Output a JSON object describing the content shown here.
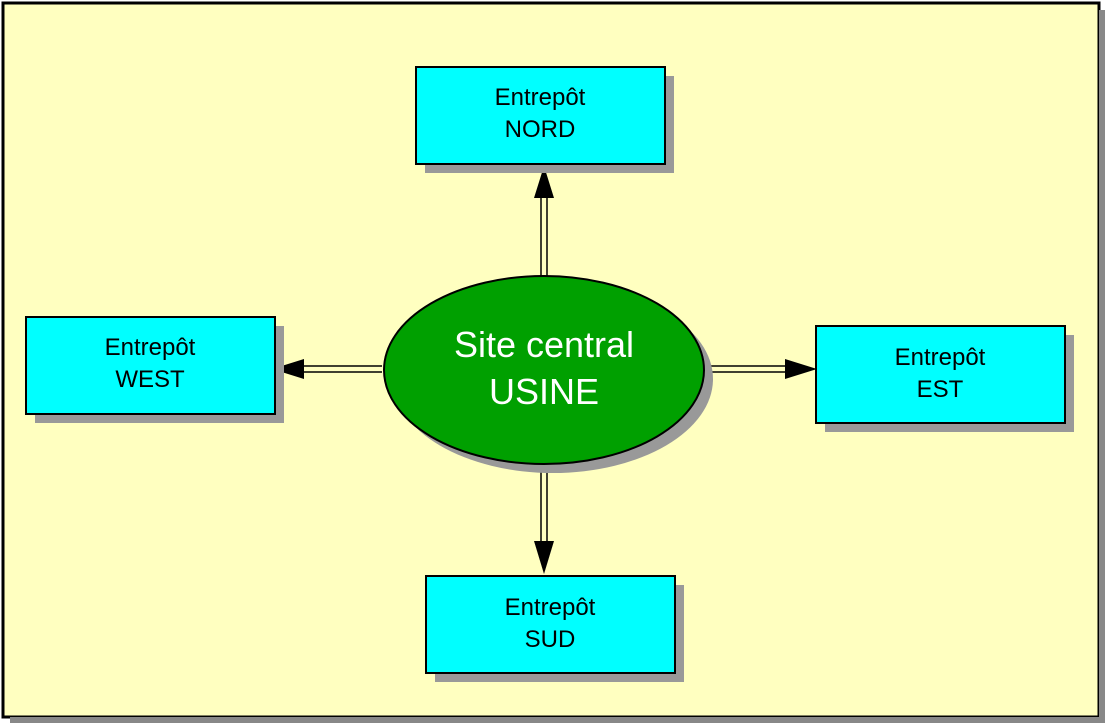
{
  "center": {
    "line1": "Site central",
    "line2": "USINE"
  },
  "warehouses": {
    "nord": {
      "line1": "Entrepôt",
      "line2": "NORD"
    },
    "west": {
      "line1": "Entrepôt",
      "line2": "WEST"
    },
    "est": {
      "line1": "Entrepôt",
      "line2": "EST"
    },
    "sud": {
      "line1": "Entrepôt",
      "line2": "SUD"
    }
  },
  "colors": {
    "background": "#FFFFC0",
    "box_fill": "#00FFFF",
    "ellipse_fill": "#00A000",
    "shadow": "#999999",
    "stroke": "#000000",
    "ellipse_text": "#FFFFFF"
  }
}
